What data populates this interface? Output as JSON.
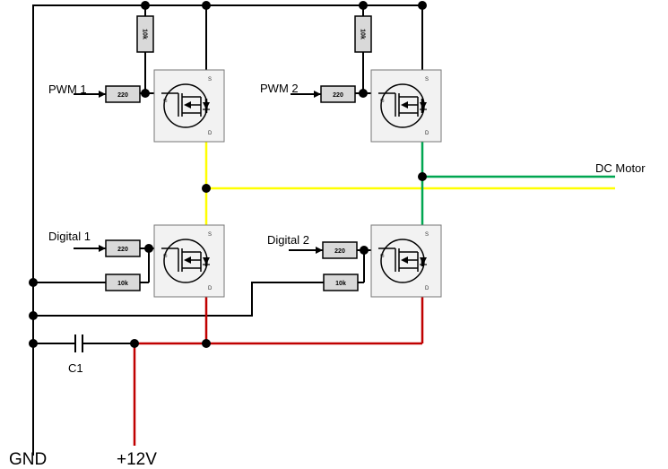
{
  "labels": {
    "pwm1": "PWM 1",
    "pwm2": "PWM 2",
    "digital1": "Digital 1",
    "digital2": "Digital 2",
    "dc_motor": "DC Motor",
    "c1": "C1",
    "gnd": "GND",
    "v12": "+12V"
  },
  "resistors": {
    "pull_left": "10k",
    "pull_right": "10k",
    "gate_pwm1": "220",
    "gate_pwm2": "220",
    "gate_dig1": "220",
    "gate_dig2": "220",
    "bias_dig1": "10k",
    "bias_dig2": "10k"
  },
  "pins": {
    "g": "G",
    "s": "S",
    "d": "D"
  },
  "colors": {
    "wire": "#000000",
    "yellow": "#ffff00",
    "green": "#00a651",
    "red": "#c00000",
    "resistor_fill": "#d9d9d9",
    "mosfet_box": "#f2f2f2"
  }
}
